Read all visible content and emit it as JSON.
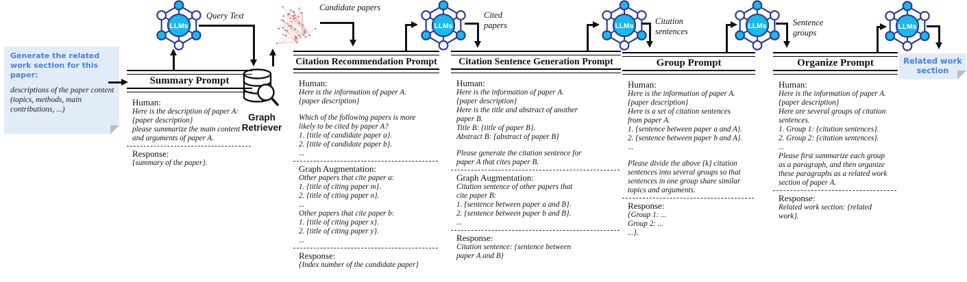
{
  "note": {
    "heading": "Generate the related work section for this paper:",
    "body": "descriptions of the paper content (topics, methods, main contributions, ...)"
  },
  "llm_label": "LLMs",
  "graph_retriever_label": "Graph Retriever",
  "arrow_labels": {
    "query_text": "Query Text",
    "candidate_papers": "Candidate papers",
    "cited_papers": "Cited papers",
    "citation_sentences": "Citation sentences",
    "sentence_groups": "Sentence groups"
  },
  "output_box": {
    "label": "Related work section"
  },
  "colors": {
    "llm_cyan": "#1cb8e8",
    "outline_navy": "#2b3b96",
    "note_bg": "#e2ecf9",
    "note_text_blue": "#4b80d8",
    "graph_dot_red": "#c46a6a"
  },
  "prompts": [
    {
      "title": "Summary Prompt",
      "sections": [
        {
          "label": "Human:",
          "lines": [
            "Here is the description of paper A:",
            "{paper description}",
            "please summarize the main content",
            "and arguments of paper A."
          ]
        },
        {
          "label": "Response:",
          "lines": [
            "{summary of the paper}."
          ]
        }
      ]
    },
    {
      "title": "Citation Recommendation Prompt",
      "sections": [
        {
          "label": "Human:",
          "lines": [
            "Here is the information of paper A.",
            "{paper description}",
            "",
            "Which of the following papers is more",
            "likely to be cited by paper A?",
            "1. {title of candidate paper a}.",
            "2. {title of candidate paper b}.",
            "..."
          ]
        },
        {
          "label": "Graph Augmentation:",
          "lines": [
            "Other papers that cite paper a:",
            "1. {title of citing paper m}.",
            "2. {title of citing paper n}.",
            "...",
            "Other papers that cite paper b:",
            "1. {title of citing paper x}.",
            "2. {title of citing paper y}.",
            "..."
          ]
        },
        {
          "label": "Response:",
          "lines": [
            "{Index number of the candidate paper}"
          ]
        }
      ]
    },
    {
      "title": "Citation Sentence Generation Prompt",
      "sections": [
        {
          "label": "Human:",
          "lines": [
            "Here is the information of paper A.",
            "{paper description}",
            "Here is the title and abstract of another",
            "paper B.",
            "Title B: {title of paper B}.",
            "Abstract B: {abstract of paper B}",
            "",
            "Please generate the citation sentence for",
            "paper A that cites paper B."
          ]
        },
        {
          "label": "Graph Augmentation:",
          "lines": [
            "Citation sentence of other papers that",
            "cite paper B:",
            "1. {sentence between paper a and B}.",
            "2. {sentence between paper b and B}.",
            "..."
          ]
        },
        {
          "label": "Response:",
          "lines": [
            "Citation sentence: {sentence between",
            "paper A and B}"
          ]
        }
      ]
    },
    {
      "title": "Group Prompt",
      "sections": [
        {
          "label": "Human:",
          "lines": [
            "Here is the information of paper A.",
            "{paper description}",
            "Here is a set of citation sentences",
            "from paper A.",
            "1. {sentence between paper a and A}.",
            "2. {sentence between paper b and A}.",
            "...",
            "",
            "Please divide the above {k} citation",
            "sentences into several groups so that",
            "sentences in one group share similar",
            "topics and arguments."
          ]
        },
        {
          "label": "Response:",
          "lines": [
            "{Group 1: ...",
            "Group 2: ...",
            "...}."
          ]
        }
      ]
    },
    {
      "title": "Organize Prompt",
      "sections": [
        {
          "label": "Human:",
          "lines": [
            "Here is the information of paper A.",
            "{paper description}",
            "Here are several groups of citation",
            "sentences.",
            "1. Group 1: {citation sentences}.",
            "2. Group 2: {citation sentences}.",
            "...",
            "Please first summarize each group",
            "as a paragraph, and then organize",
            "these paragraphs as a related work",
            "section of paper A."
          ]
        },
        {
          "label": "Response:",
          "lines": [
            "Related work section: {related",
            "work}."
          ]
        }
      ]
    }
  ]
}
